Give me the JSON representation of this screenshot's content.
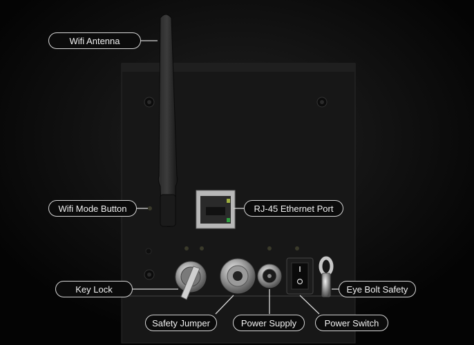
{
  "callouts": {
    "wifi_antenna": "Wifi Antenna",
    "wifi_mode_button": "Wifi Mode Button",
    "rj45_port": "RJ-45 Ethernet Port",
    "key_lock": "Key Lock",
    "eye_bolt": "Eye Bolt Safety",
    "safety_jumper": "Safety Jumper",
    "power_supply": "Power Supply",
    "power_switch": "Power Switch"
  },
  "icons": {
    "device": "device-enclosure",
    "antenna": "antenna-icon",
    "ethernet": "ethernet-port-icon",
    "key": "key-lock-icon",
    "eyebolt": "eye-bolt-icon",
    "jumper": "safety-jumper-icon",
    "power": "power-jack-icon",
    "switch": "power-switch-icon"
  },
  "colors": {
    "background": "#050505",
    "enclosure": "#161616",
    "callout_border": "#d8d8d8",
    "led": "#3a3a2a"
  }
}
